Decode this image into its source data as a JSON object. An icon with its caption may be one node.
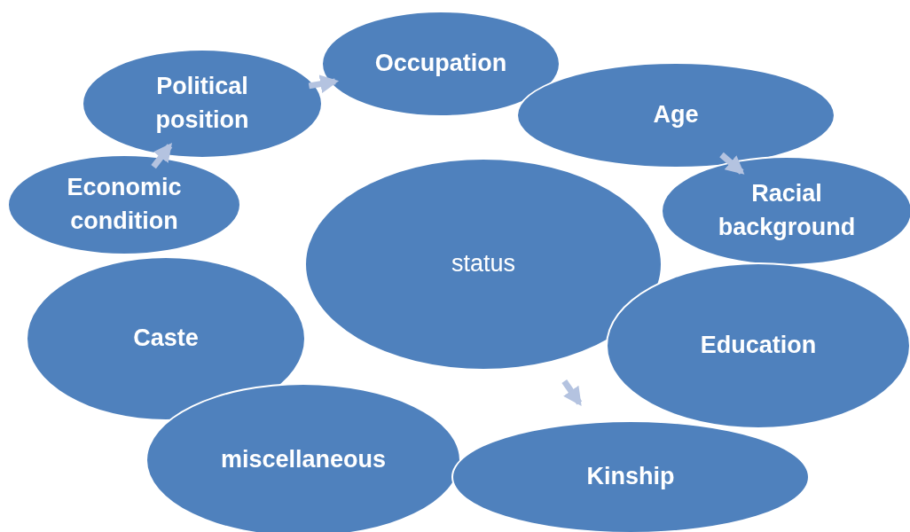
{
  "diagram": {
    "nodes": [
      {
        "text": [
          "Occupation"
        ]
      },
      {
        "text": [
          "Political position"
        ]
      },
      {
        "text": [
          "Age"
        ]
      },
      {
        "text": [
          "Economic condition"
        ]
      },
      {
        "text": [
          "Racial background"
        ]
      },
      {
        "text": [
          "status"
        ]
      },
      {
        "text": [
          "Caste"
        ]
      },
      {
        "text": [
          "Education"
        ]
      },
      {
        "text": [
          "miscellaneous"
        ]
      },
      {
        "text": [
          "Kinship"
        ]
      }
    ],
    "edges": [
      {
        "from": 1,
        "to": 0,
        "arrow": "to"
      },
      {
        "from": 3,
        "to": 1,
        "arrow": "to"
      },
      {
        "from": 2,
        "to": 4,
        "arrow": "to"
      },
      {
        "from": 5,
        "to": 9,
        "arrow": "to"
      }
    ]
  }
}
